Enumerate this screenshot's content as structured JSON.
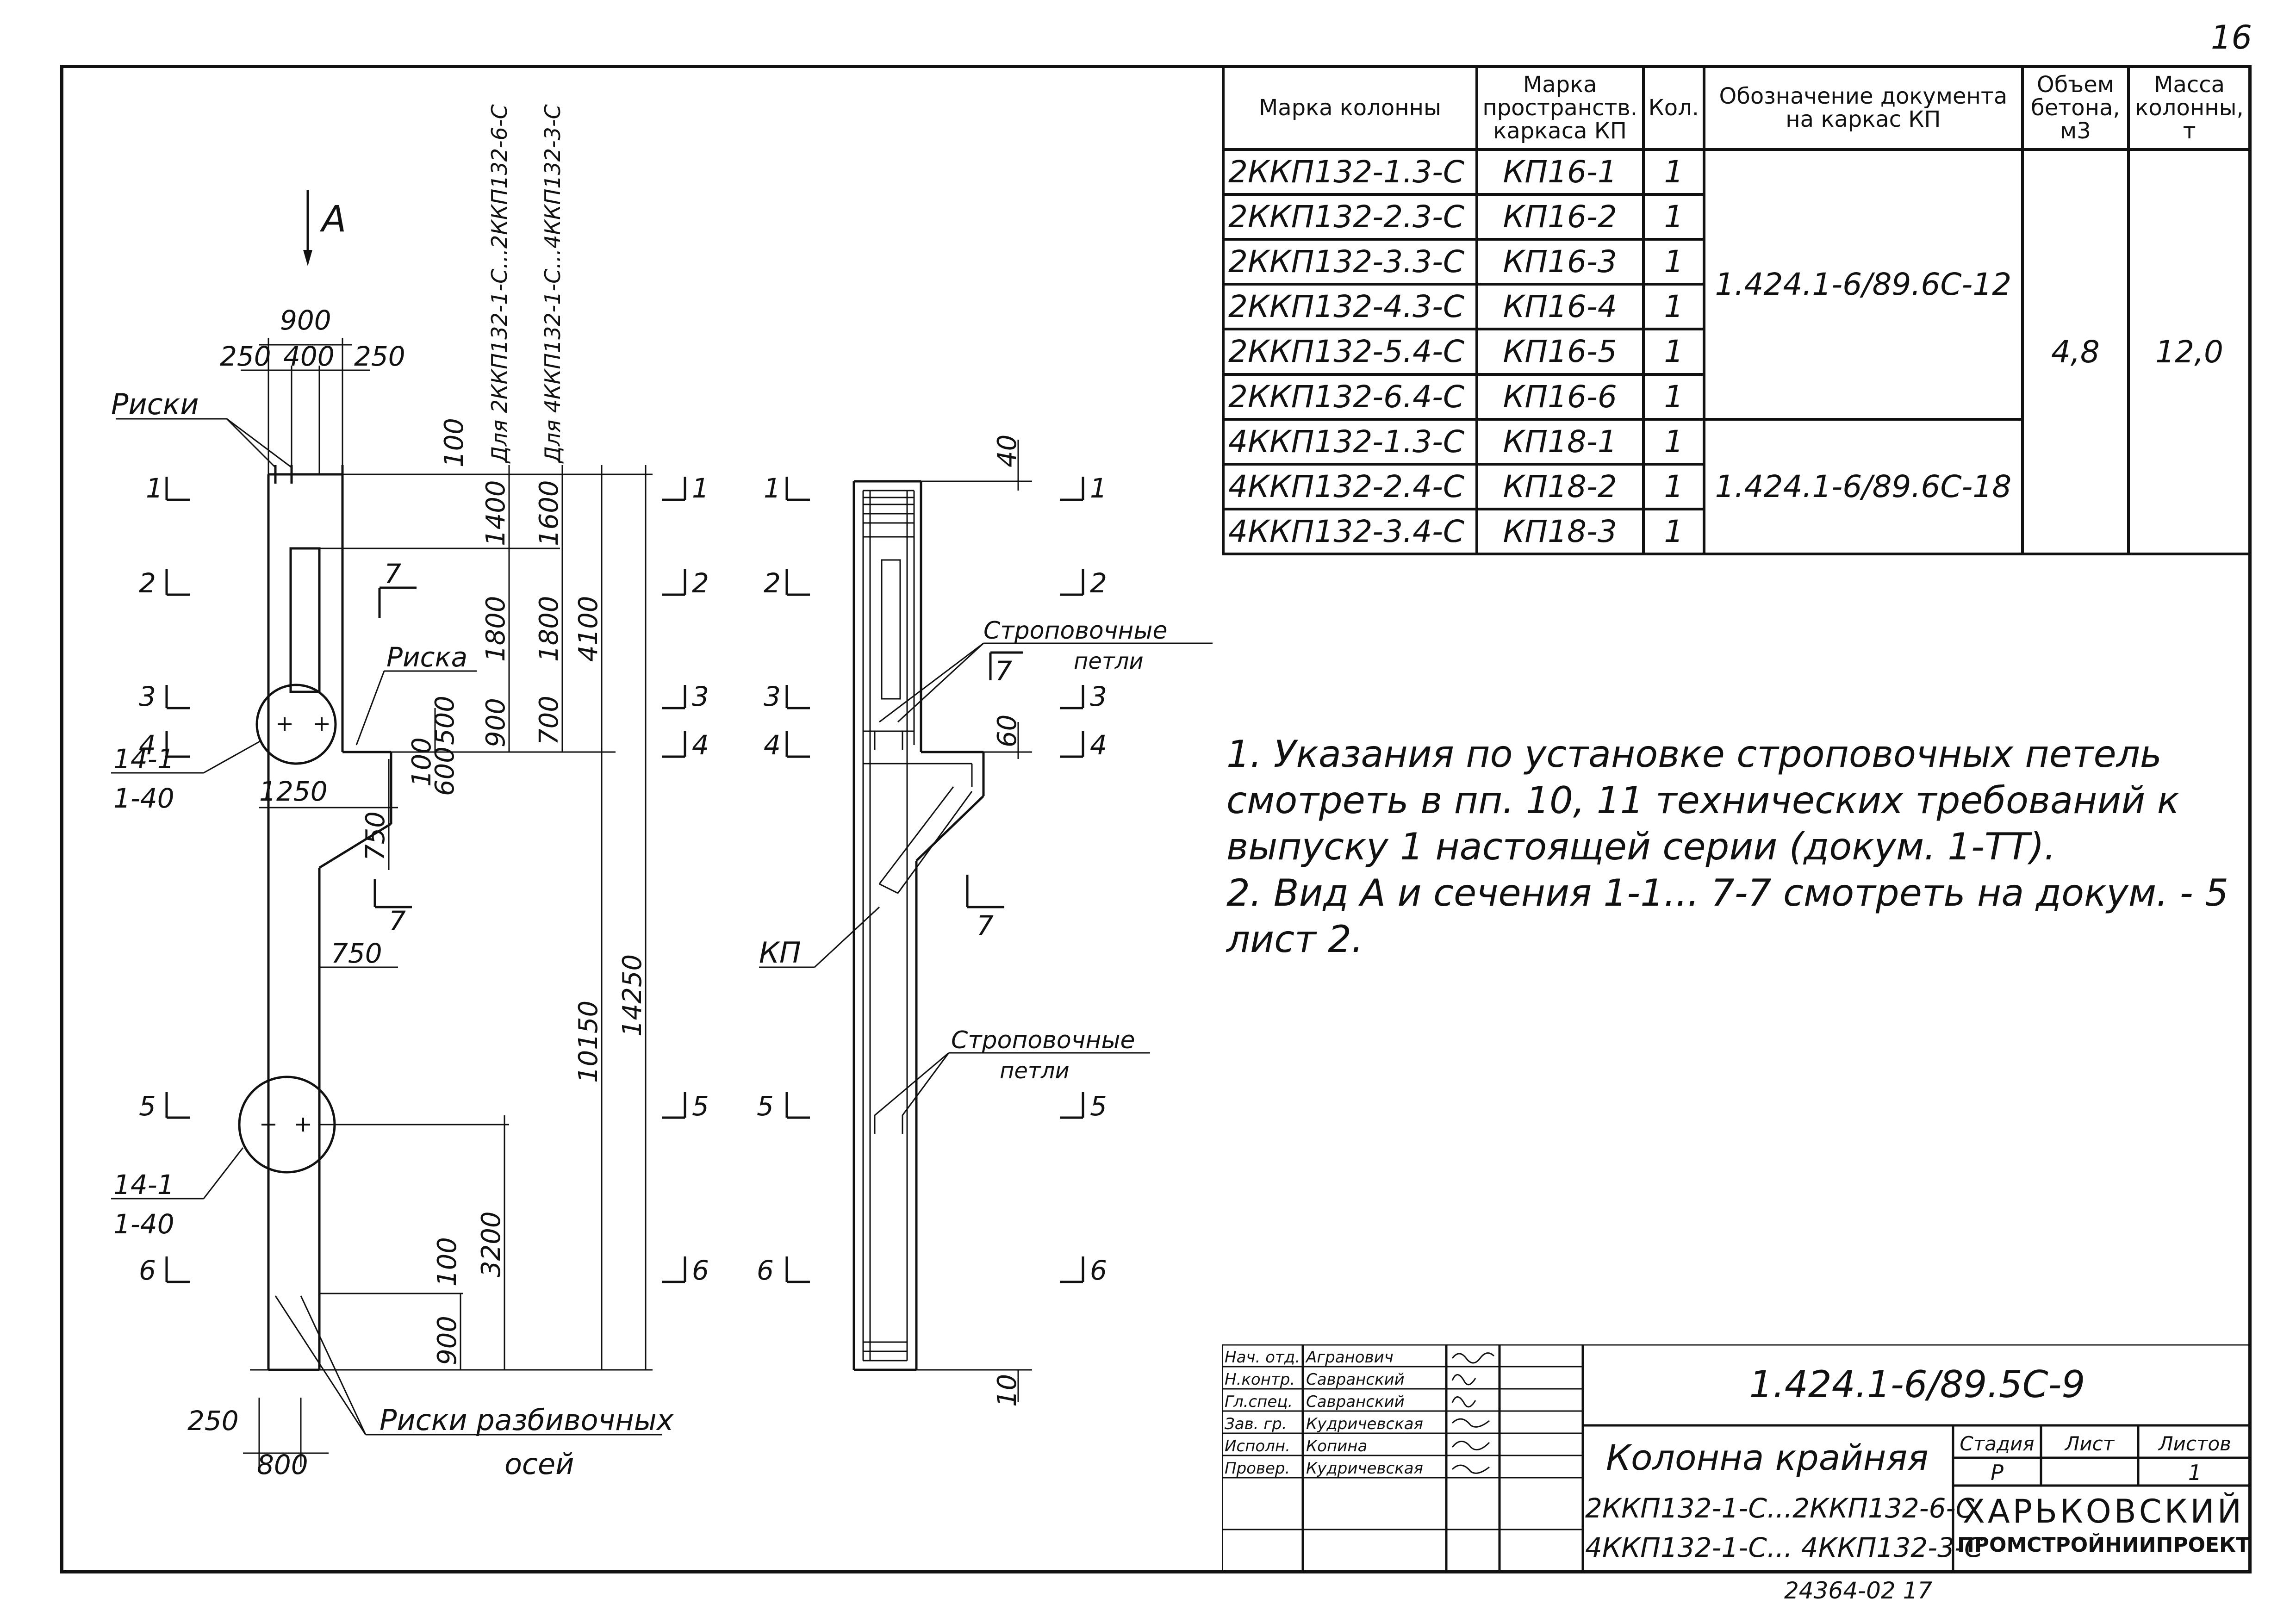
{
  "page_number": "16",
  "stamp_bottom": "24364-02   17",
  "drawing": {
    "view_label": "А",
    "risks_label": "Риски",
    "risk_label": "Риска",
    "node_ref_1": {
      "top": "14-1",
      "bottom": "1-40"
    },
    "node_ref_2": {
      "top": "14-1",
      "bottom": "1-40"
    },
    "axes_risks_label_1": "Риски разбивочных",
    "axes_risks_label_2": "осей",
    "sling_loops_1": {
      "line1": "Строповочные",
      "line2": "петли"
    },
    "sling_loops_2": {
      "line1": "Строповочные",
      "line2": "петли"
    },
    "kp_label": "КП",
    "applies_to_1": "Для 2ККП132-1-С...2ККП132-6-С",
    "applies_to_2": "Для 4ККП132-1-С...4ККП132-3-С",
    "section_labels": [
      "1",
      "2",
      "3",
      "4",
      "5",
      "6",
      "7"
    ],
    "dimensions": {
      "width_total": "900",
      "width_left": "250",
      "width_mid": "400",
      "width_right": "250",
      "d100_top": "100",
      "d1400": "1400",
      "d1600": "1600",
      "d1800_a": "1800",
      "d1800_b": "1800",
      "d4100": "4100",
      "d900": "900",
      "d700": "700",
      "d100_mid": "100",
      "d500": "500",
      "d600": "600",
      "d750_v": "750",
      "d1250": "1250",
      "d750_h": "750",
      "d10150": "10150",
      "d14250": "14250",
      "d100_bot": "100",
      "d3200": "3200",
      "d900_bot": "900",
      "d250_bot": "250",
      "d800": "800",
      "d40": "40",
      "d60": "60",
      "d10": "10"
    }
  },
  "spec_table": {
    "headers": {
      "col1": "Марка колонны",
      "col2": "Марка пространств. каркаса КП",
      "col3": "Кол.",
      "col4": "Обозначение документа на каркас КП",
      "col5": "Объем бетона, м3",
      "col6": "Масса колонны, т"
    },
    "rows": [
      {
        "mark": "2ККП132-1.3-С",
        "kp": "КП16-1",
        "qty": "1"
      },
      {
        "mark": "2ККП132-2.3-С",
        "kp": "КП16-2",
        "qty": "1"
      },
      {
        "mark": "2ККП132-3.3-С",
        "kp": "КП16-3",
        "qty": "1"
      },
      {
        "mark": "2ККП132-4.3-С",
        "kp": "КП16-4",
        "qty": "1"
      },
      {
        "mark": "2ККП132-5.4-С",
        "kp": "КП16-5",
        "qty": "1"
      },
      {
        "mark": "2ККП132-6.4-С",
        "kp": "КП16-6",
        "qty": "1"
      },
      {
        "mark": "4ККП132-1.3-С",
        "kp": "КП18-1",
        "qty": "1"
      },
      {
        "mark": "4ККП132-2.4-С",
        "kp": "КП18-2",
        "qty": "1"
      },
      {
        "mark": "4ККП132-3.4-С",
        "kp": "КП18-3",
        "qty": "1"
      }
    ],
    "doc_group_1": "1.424.1-6/89.6С-12",
    "doc_group_2": "1.424.1-6/89.6С-18",
    "concrete_volume": "4,8",
    "column_mass": "12,0"
  },
  "notes": [
    "1. Указания по установке строповочных петель смотреть в пп. 10, 11 технических требований к выпуску 1 настоящей серии (докум. 1-ТТ).",
    "2. Вид А и сечения 1-1... 7-7 смотреть на докум. - 5 лист 2."
  ],
  "title_block": {
    "staff": [
      {
        "role": "Нач. отд.",
        "name": "Агранович"
      },
      {
        "role": "Н.контр.",
        "name": "Савранский"
      },
      {
        "role": "Гл.спец.",
        "name": "Савранский"
      },
      {
        "role": "Зав. гр.",
        "name": "Кудричевская"
      },
      {
        "role": "Исполн.",
        "name": "Копина"
      },
      {
        "role": "Провер.",
        "name": "Кудричевская"
      }
    ],
    "doc_code": "1.424.1-6/89.5С-9",
    "title": "Колонна крайняя",
    "subtitle_1": "2ККП132-1-С...2ККП132-6-С",
    "subtitle_2": "4ККП132-1-С... 4ККП132-3-С",
    "stage_label": "Стадия",
    "sheet_label": "Лист",
    "sheets_label": "Листов",
    "stage_value": "Р",
    "sheet_value": "",
    "sheets_value": "1",
    "org_line1": "ХАРЬКОВСКИЙ",
    "org_line2": "ПРОМСТРОЙНИИПРОЕКТ"
  }
}
